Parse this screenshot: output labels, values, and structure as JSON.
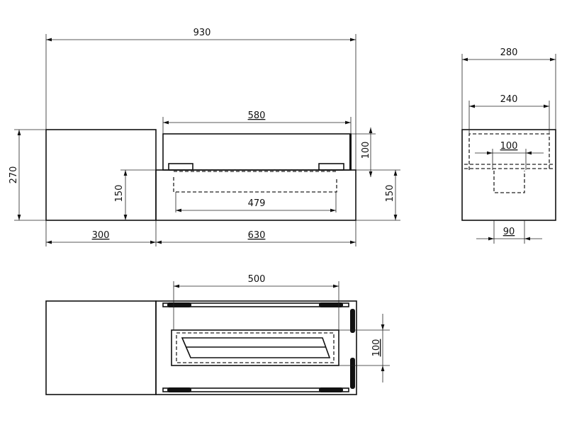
{
  "front_view": {
    "overall_width": "930",
    "glass_width": "580",
    "glass_height": "100",
    "total_height": "270",
    "base_height_left": "150",
    "base_height_right": "150",
    "burner_width": "479",
    "left_section_width": "300",
    "right_section_width": "630"
  },
  "side_view": {
    "depth": "280",
    "inner_depth": "240",
    "burner_depth": "100",
    "tank_width": "90"
  },
  "top_view": {
    "rail_spacing": "500",
    "slot_depth": "100"
  }
}
